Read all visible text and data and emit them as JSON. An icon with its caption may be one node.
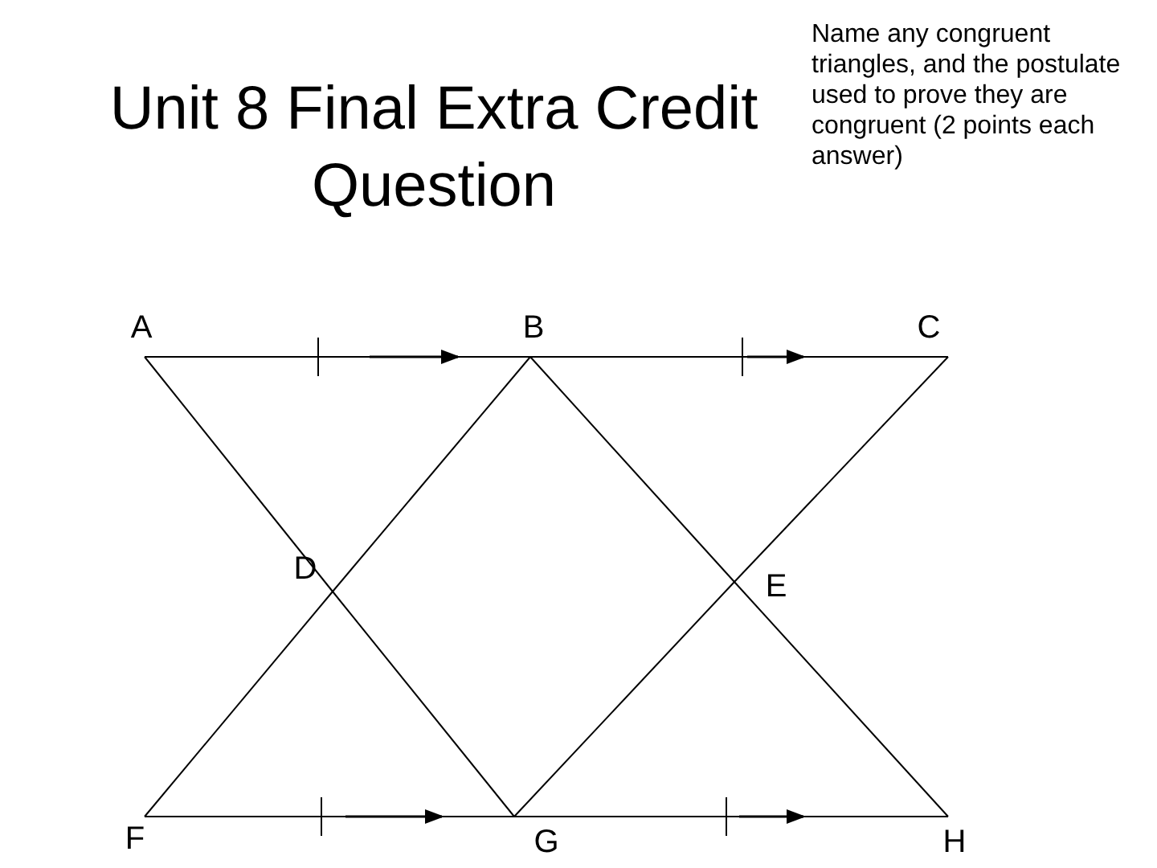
{
  "diagram": {
    "title": "Unit 8 Final Extra Credit Question",
    "nodes": [
      {
        "text": [
          "A"
        ]
      },
      {
        "text": [
          "B"
        ]
      },
      {
        "text": [
          "C"
        ]
      },
      {
        "text": [
          "D"
        ]
      },
      {
        "text": [
          "E"
        ]
      },
      {
        "text": [
          "F"
        ]
      },
      {
        "text": [
          "G"
        ]
      },
      {
        "text": [
          "H"
        ]
      }
    ],
    "edges": [
      {
        "from": 0,
        "to": 1,
        "arrow": "none"
      },
      {
        "from": 1,
        "to": 2,
        "arrow": "none"
      },
      {
        "from": 5,
        "to": 6,
        "arrow": "none"
      },
      {
        "from": 6,
        "to": 7,
        "arrow": "none"
      },
      {
        "from": 0,
        "to": 3,
        "arrow": "none"
      },
      {
        "from": 3,
        "to": 6,
        "arrow": "none"
      },
      {
        "from": 1,
        "to": 3,
        "arrow": "none"
      },
      {
        "from": 3,
        "to": 5,
        "arrow": "none"
      },
      {
        "from": 1,
        "to": 4,
        "arrow": "none"
      },
      {
        "from": 4,
        "to": 7,
        "arrow": "none"
      },
      {
        "from": 2,
        "to": 4,
        "arrow": "none"
      },
      {
        "from": 4,
        "to": 6,
        "arrow": "none"
      }
    ],
    "labels": [
      "Name any congruent triangles, and the postulate used to prove they are congruent (2 points each answer)"
    ]
  }
}
